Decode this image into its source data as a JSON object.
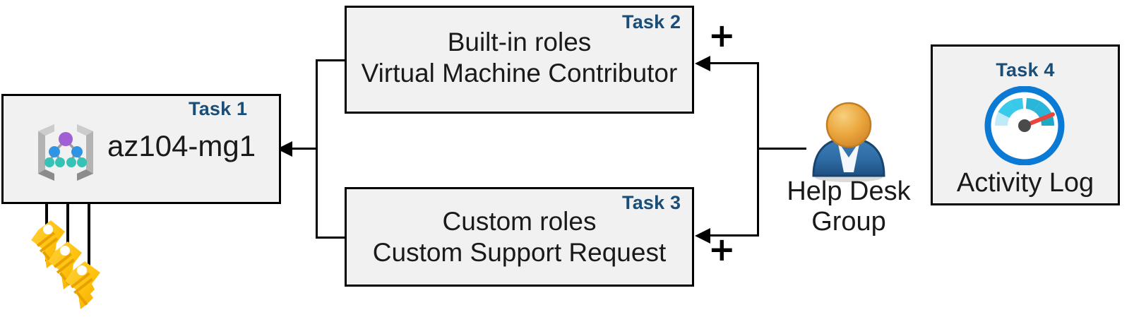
{
  "diagram": {
    "title": "Azure RBAC task diagram",
    "colors": {
      "box_fill": "#f1f1f1",
      "box_border": "#000000",
      "task_label": "#1a4e79",
      "body_text": "#1a1a1a",
      "key_gold": "#ffc20e",
      "user_head": "#e8a33d",
      "user_body": "#2e6da4",
      "gauge_ring": "#0078d4",
      "gauge_needle": "#e8453c",
      "mg_root_node": "#a05fd3",
      "mg_mid_node": "#3094e5",
      "mg_leaf_node": "#36c2b4",
      "mg_bracket": "#9e9e9e"
    }
  },
  "task1": {
    "tag": "Task 1",
    "label": "az104-mg1",
    "icon": "management-group-icon"
  },
  "task2": {
    "tag": "Task 2",
    "line1": "Built-in roles",
    "line2": "Virtual Machine Contributor",
    "plus": "+"
  },
  "task3": {
    "tag": "Task 3",
    "line1": "Custom roles",
    "line2": "Custom Support Request",
    "plus": "+"
  },
  "task4": {
    "tag": "Task 4",
    "label": "Activity Log",
    "icon": "activity-log-gauge-icon"
  },
  "group": {
    "line1": "Help Desk",
    "line2": "Group",
    "icon": "user-group-icon"
  },
  "keys": {
    "icon": "keys-icon",
    "count": 3
  }
}
